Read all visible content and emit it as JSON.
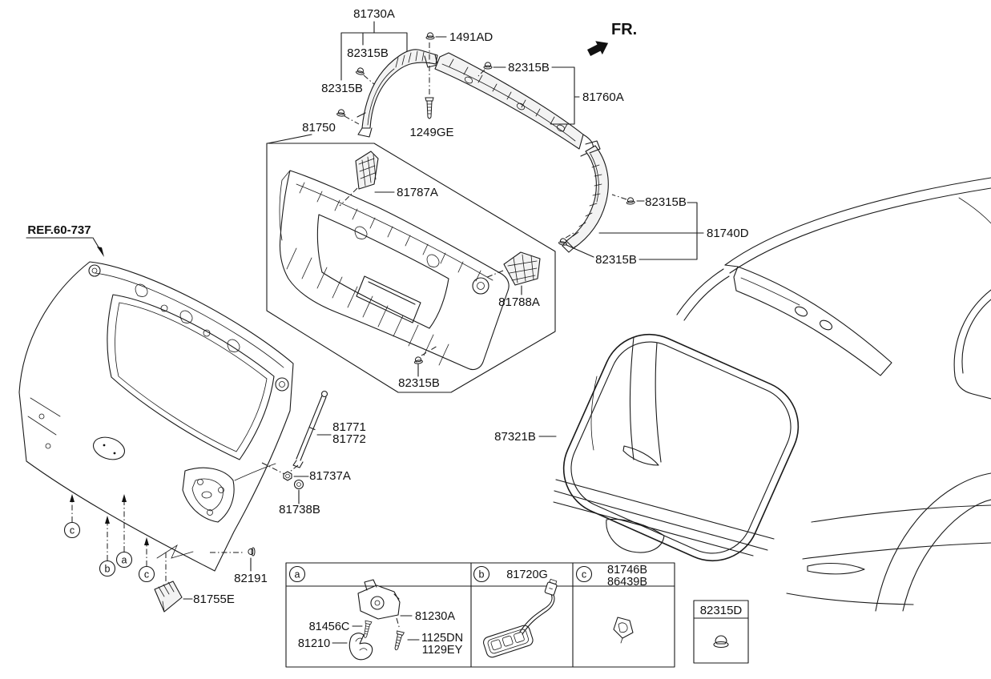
{
  "fr": "FR.",
  "reference": {
    "label": "REF.60-737"
  },
  "callouts": {
    "upper_garnish": "81730A",
    "clip": "82315B",
    "fastener": "1491AD",
    "screw": "1249GE",
    "upper_trim": "81760A",
    "trim_panel": "81750",
    "cover_left": "81787A",
    "cover_right": "81788A",
    "side_garnish": "81740D",
    "weatherstrip": "87321B",
    "lifter_upper": "81771",
    "lifter_lower": "81772",
    "ball_stud_nut": "81737A",
    "grommet": "81738B",
    "clip_82191": "82191",
    "overslam_bumper": "81755E",
    "clip_82315D": "82315D"
  },
  "markers": {
    "a": "a",
    "b": "b",
    "c": "c"
  },
  "legend_table": {
    "section_a": {
      "marker": "a",
      "latch": "81230A",
      "screw": "81456C",
      "striker": "81210",
      "bolt_line1": "1125DN",
      "bolt_line2": "1129EY"
    },
    "section_b": {
      "marker": "b",
      "part": "81720G"
    },
    "section_c": {
      "marker": "c",
      "part_line1": "81746B",
      "part_line2": "86439B"
    }
  }
}
